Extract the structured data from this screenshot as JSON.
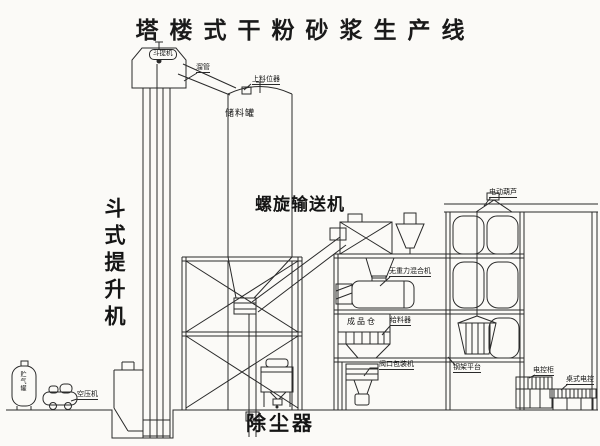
{
  "title": "塔楼式干粉砂浆生产线",
  "labels": {
    "elevator_head": "斗提机",
    "chute": "溜管",
    "level_sensor": "上料位器",
    "storage_silo": "储料罐",
    "bucket_elevator": "斗式提升机",
    "screw_conveyor": "螺旋输送机",
    "mixer": "无重力混合机",
    "hoist": "电动葫芦",
    "finished_silo": "成品仓",
    "feeder": "给料器",
    "packer": "阀口包装机",
    "platform": "钢架平台",
    "air_tank": "贮气罐",
    "compressor": "空压机",
    "dust_collector": "除尘器",
    "control_cabinet": "电控柜",
    "control_desk": "桌式电控"
  },
  "colors": {
    "ink": "#2a2a2a",
    "paper": "#fbfaf7"
  }
}
